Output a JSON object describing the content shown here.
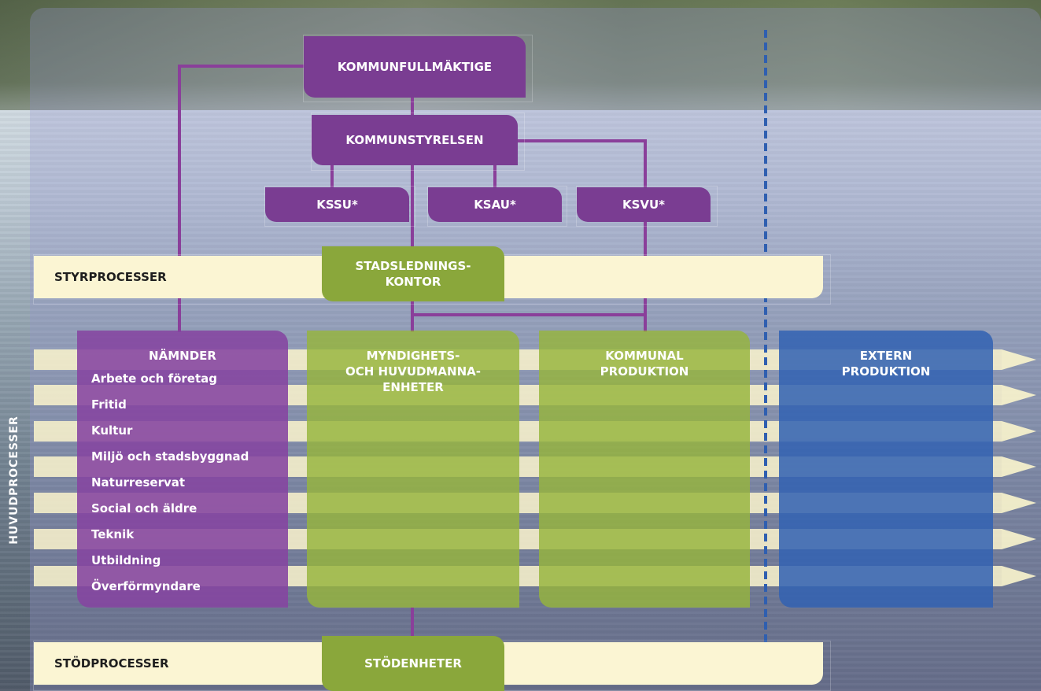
{
  "top_boxes": {
    "fullmaktige": "KOMMUNFULLMÄKTIGE",
    "styrelsen": "KOMMUNSTYRELSEN",
    "kssu": "KSSU*",
    "ksau": "KSAU*",
    "ksvu": "KSVU*"
  },
  "bands": {
    "styrprocesser": "STYRPROCESSER",
    "stodprocesser": "STÖDPROCESSER",
    "huvudprocesser": "HUVUDPROCESSER"
  },
  "green_boxes": {
    "stadsledning_line1": "STADSLEDNINGS-",
    "stadsledning_line2": "KONTOR",
    "stodenheter": "STÖDENHETER"
  },
  "columns": {
    "namnder": {
      "title": "NÄMNDER",
      "items": [
        "Arbete och företag",
        "Fritid",
        "Kultur",
        "Miljö och stadsbyggnad",
        "Naturreservat",
        "Social och äldre",
        "Teknik",
        "Utbildning",
        "Överförmyndare"
      ]
    },
    "myndighets": {
      "line1": "MYNDIGHETS-",
      "line2": "OCH HUVUDMANNA-",
      "line3": "ENHETER"
    },
    "kommunal": {
      "line1": "KOMMUNAL",
      "line2": "PRODUKTION"
    },
    "extern": {
      "line1": "EXTERN",
      "line2": "PRODUKTION"
    }
  },
  "colors": {
    "purple": "#7a3d92",
    "green": "#8aa73b",
    "blue": "#3262b2",
    "cream": "#fbf5d3"
  }
}
